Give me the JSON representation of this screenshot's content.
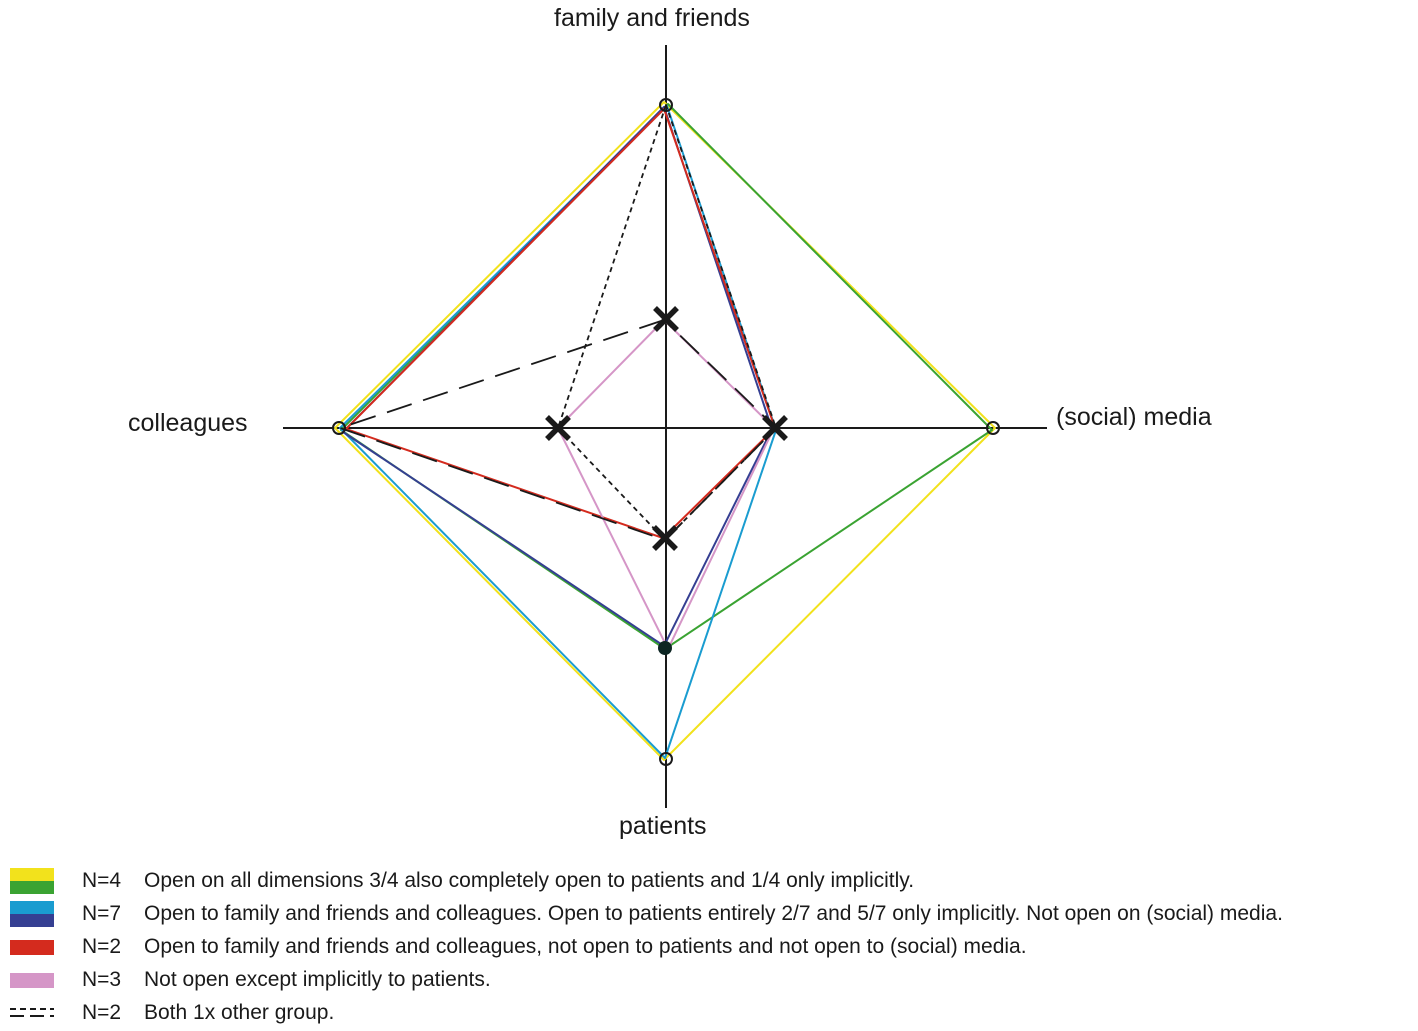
{
  "axes": {
    "top": "family and friends",
    "left": "colleagues",
    "right": "(social) media",
    "bottom": "patients"
  },
  "colors": {
    "yellow": "#f2e21c",
    "green": "#3aa332",
    "light_blue": "#1a9cd0",
    "dark_blue": "#353f92",
    "red": "#d42b1e",
    "pink": "#d596c7",
    "black": "#1a1a1a"
  },
  "legend": [
    {
      "n": "N=4",
      "text": "Open on all dimensions 3/4 also completely open to patients and 1/4 only implicitly.",
      "swatch": [
        "#f2e21c",
        "#3aa332"
      ]
    },
    {
      "n": "N=7",
      "text": "Open to family and friends and colleagues. Open to patients entirely 2/7 and 5/7 only implicitly. Not open on (social) media.",
      "swatch": [
        "#1a9cd0",
        "#353f92"
      ]
    },
    {
      "n": "N=2",
      "text": "Open to family and friends and colleagues, not open to patients and not open to (social) media.",
      "swatch": [
        "#d42b1e"
      ]
    },
    {
      "n": "N=3",
      "text": "Not open except implicitly to patients.",
      "swatch": [
        "#d596c7"
      ]
    },
    {
      "n": "N=2",
      "text": "Both 1x other group.",
      "swatch": [
        "dashed"
      ]
    }
  ]
}
